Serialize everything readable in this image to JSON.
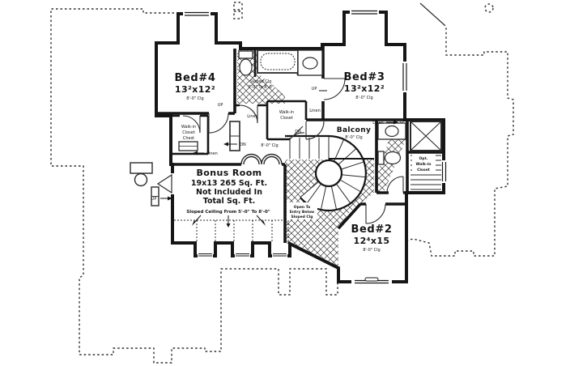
{
  "plan": {
    "bed4": {
      "name": "Bed#4",
      "dims": "13²x12²",
      "clg": "8'-0\" Clg"
    },
    "bed3": {
      "name": "Bed#3",
      "dims": "13²x12²",
      "clg": "8'-0\" Clg"
    },
    "bed2": {
      "name": "Bed#2",
      "dims": "12⁴x15",
      "clg": "8'-0\" Clg"
    },
    "bonus": {
      "name": "Bonus Room",
      "area": "19x13   265 Sq. Ft.",
      "note1": "Not Included In",
      "note2": "Total Sq. Ft.",
      "ceiling_note": "Sloped Ceiling From 5'-0\" To 8'-0\""
    },
    "balcony": {
      "name": "Balcony",
      "clg": "8'-0\" Clg"
    },
    "hall_clg": "8'-0\" Clg",
    "bath_note1": "Sloped Clg",
    "bath_note2": "7'-0\" To 8'-0\"",
    "open1": "Open To",
    "open2": "Entry Below",
    "open3": "Sloped Clg",
    "wic1_l1": "Walk-in",
    "wic1_l2": "Closet",
    "wic1_l3": "Chest",
    "wic2_l1": "Walk-in",
    "wic2_l2": "Closet",
    "wic3_l1": "Opt.",
    "wic3_l2": "Walk-in",
    "wic3_l3": "Closet",
    "linen": "Linen",
    "up": "UP",
    "dn": "DN"
  },
  "colors": {
    "wall": "#161616",
    "line": "#2e2e2e",
    "bg": "#ffffff"
  }
}
